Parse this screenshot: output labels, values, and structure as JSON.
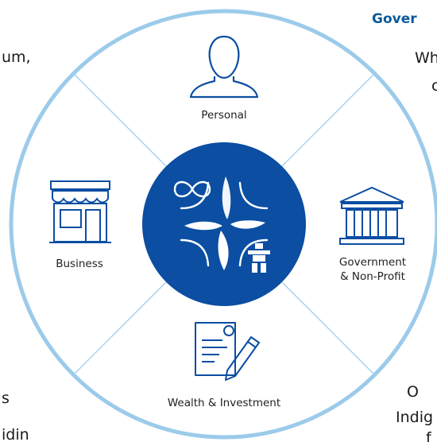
{
  "background_text": {
    "top_left": "um,",
    "heading": "Gover",
    "top_right": "Wh",
    "top_right_2": "c",
    "bottom_left": "s",
    "bottom_left_2": "idin",
    "bottom_right": "O",
    "bottom_right_2": "Indig",
    "bottom_right_3": "f"
  },
  "wheel": {
    "segments": [
      {
        "label": "Personal",
        "icon": "person-icon"
      },
      {
        "label": "Government",
        "label_line2": "& Non-Profit",
        "icon": "government-building-icon"
      },
      {
        "label": "Wealth & Investment",
        "icon": "document-pen-icon"
      },
      {
        "label": "Business",
        "icon": "storefront-icon"
      }
    ],
    "center": {
      "icon": "indigenous-logo-icon"
    }
  },
  "colors": {
    "ring": "#9ccbea",
    "divider": "#a9d2ee",
    "center_fill": "#0b4ea2",
    "icon_stroke": "#0b4ea2",
    "heading": "#0a5a9c"
  }
}
